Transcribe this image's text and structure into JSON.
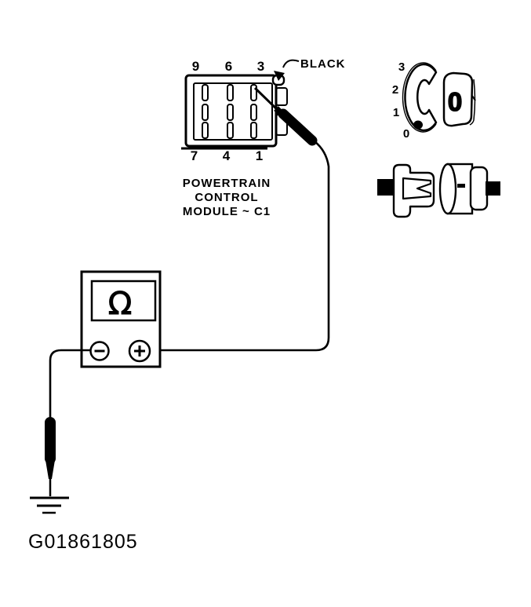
{
  "figure": {
    "code": "G01861805",
    "background_color": "#ffffff",
    "line_color": "#000000"
  },
  "pcm_connector": {
    "top_pin_labels": [
      "9",
      "6",
      "3"
    ],
    "bottom_pin_labels": [
      "7",
      "4",
      "1"
    ],
    "wire_callout": "BLACK",
    "caption_lines": [
      "POWERTRAIN",
      "CONTROL",
      "MODULE ~ C1"
    ]
  },
  "ohmmeter": {
    "display_symbol": "Ω",
    "negative_terminal_symbol": "−",
    "positive_terminal_symbol": "+"
  },
  "terminal_end_view": {
    "position_labels": [
      "3",
      "2",
      "1",
      "0"
    ],
    "cavity_label": "0"
  },
  "icons": {
    "ohm_display": "ohm-symbol",
    "negative_terminal": "minus-in-circle-icon",
    "positive_terminal": "plus-in-circle-icon",
    "ground": "earth-ground-icon",
    "test_probe": "test-probe-icon",
    "callout_arrow": "arrow-icon"
  }
}
